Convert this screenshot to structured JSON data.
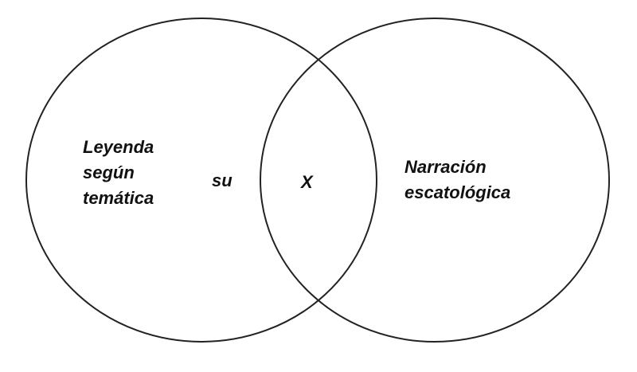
{
  "diagram": {
    "type": "venn",
    "stroke_color": "#222222",
    "text_color": "#111111",
    "background": "#ffffff",
    "sets": [
      {
        "id": "left",
        "lines": [
          "Leyenda",
          "según",
          "temática"
        ],
        "extra_word": "su"
      },
      {
        "id": "right",
        "lines": [
          "Narración",
          "escatológica"
        ]
      }
    ],
    "intersection": {
      "label": "X"
    }
  }
}
